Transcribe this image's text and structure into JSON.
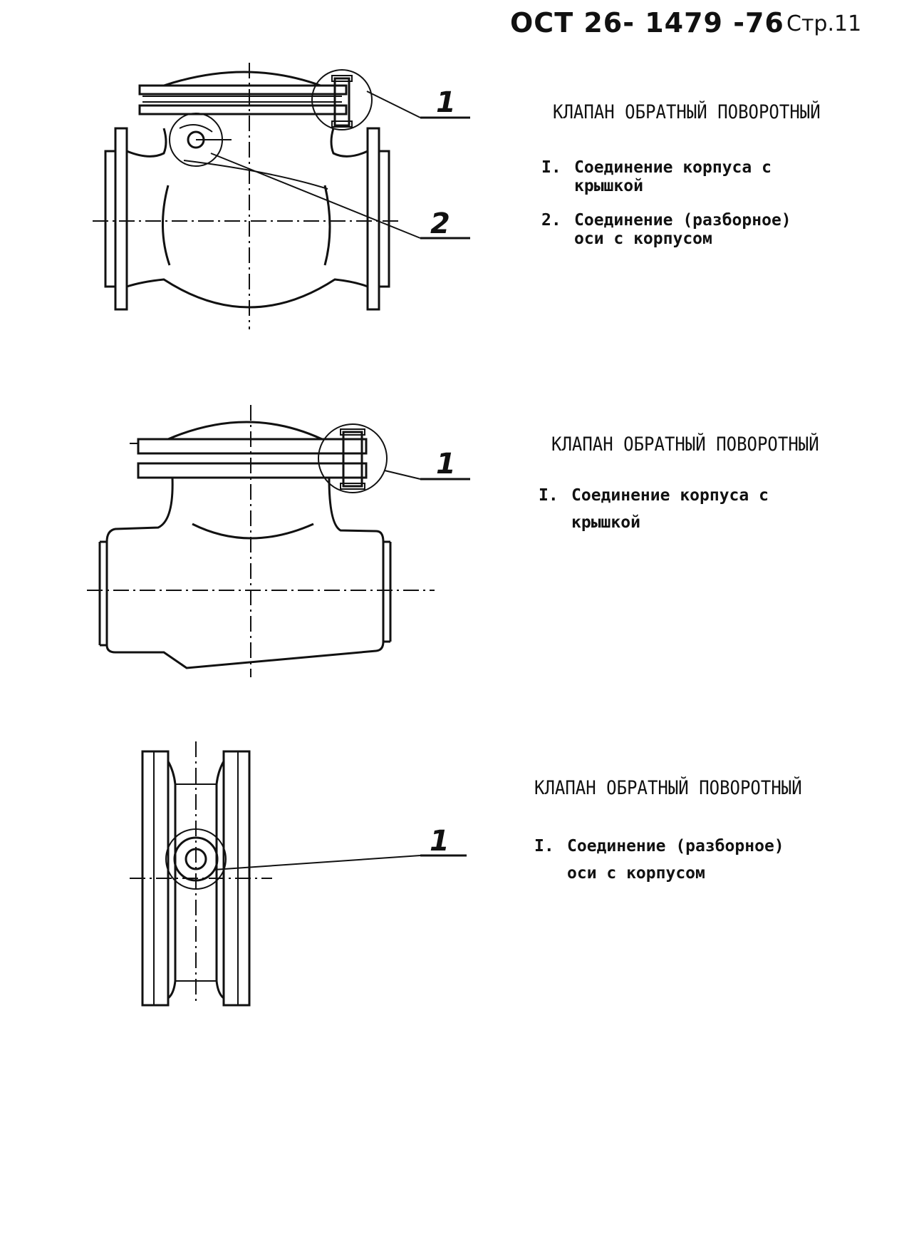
{
  "header": {
    "standard": "ОСТ 26- 1479 -76",
    "page": "Стр.11"
  },
  "sections": [
    {
      "title": "КЛАПАН ОБРАТНЫЙ ПОВОРОТНЫЙ",
      "items": [
        {
          "num": "I.",
          "lines": [
            "Соединение корпуса  с",
            "крышкой"
          ]
        },
        {
          "num": "2.",
          "lines": [
            "Соединение (разборное)",
            "оси с корпусом"
          ]
        }
      ],
      "callouts": [
        "1",
        "2"
      ]
    },
    {
      "title": "КЛАПАН ОБРАТНЫЙ ПОВОРОТНЫЙ",
      "items": [
        {
          "num": "I.",
          "lines": [
            "Соединение корпуса с",
            "крышкой"
          ]
        }
      ],
      "callouts": [
        "1"
      ]
    },
    {
      "title": "КЛАПАН ОБРАТНЫЙ ПОВОРОТНЫЙ",
      "items": [
        {
          "num": "I.",
          "lines": [
            "Соединение (разборное)",
            "оси с корпусом"
          ]
        }
      ],
      "callouts": [
        "1"
      ]
    }
  ]
}
